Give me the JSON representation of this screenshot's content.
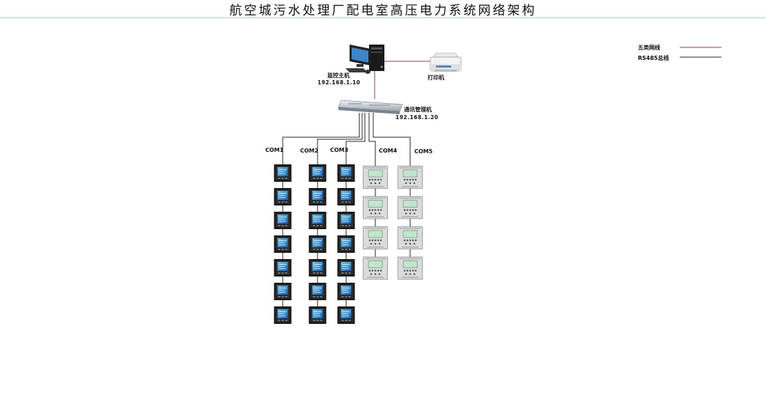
{
  "title": "航空城污水处理厂配电室高压电力系统网络架构",
  "legend": [
    {
      "label": "五类网线",
      "color": "#a33a3a"
    },
    {
      "label": "RS485总线",
      "color": "#222222"
    }
  ],
  "host": {
    "name": "监控主机",
    "ip": "192.168.1.10"
  },
  "printer": {
    "name": "打印机"
  },
  "gateway": {
    "name": "通讯管理机",
    "ip": "192.168.1.20"
  },
  "buses": [
    {
      "label": "COM1",
      "device": "meter",
      "count": 7
    },
    {
      "label": "COM2",
      "device": "meter",
      "count": 7
    },
    {
      "label": "COM3",
      "device": "meter",
      "count": 7
    },
    {
      "label": "COM4",
      "device": "relay",
      "count": 4
    },
    {
      "label": "COM5",
      "device": "relay",
      "count": 4
    }
  ]
}
